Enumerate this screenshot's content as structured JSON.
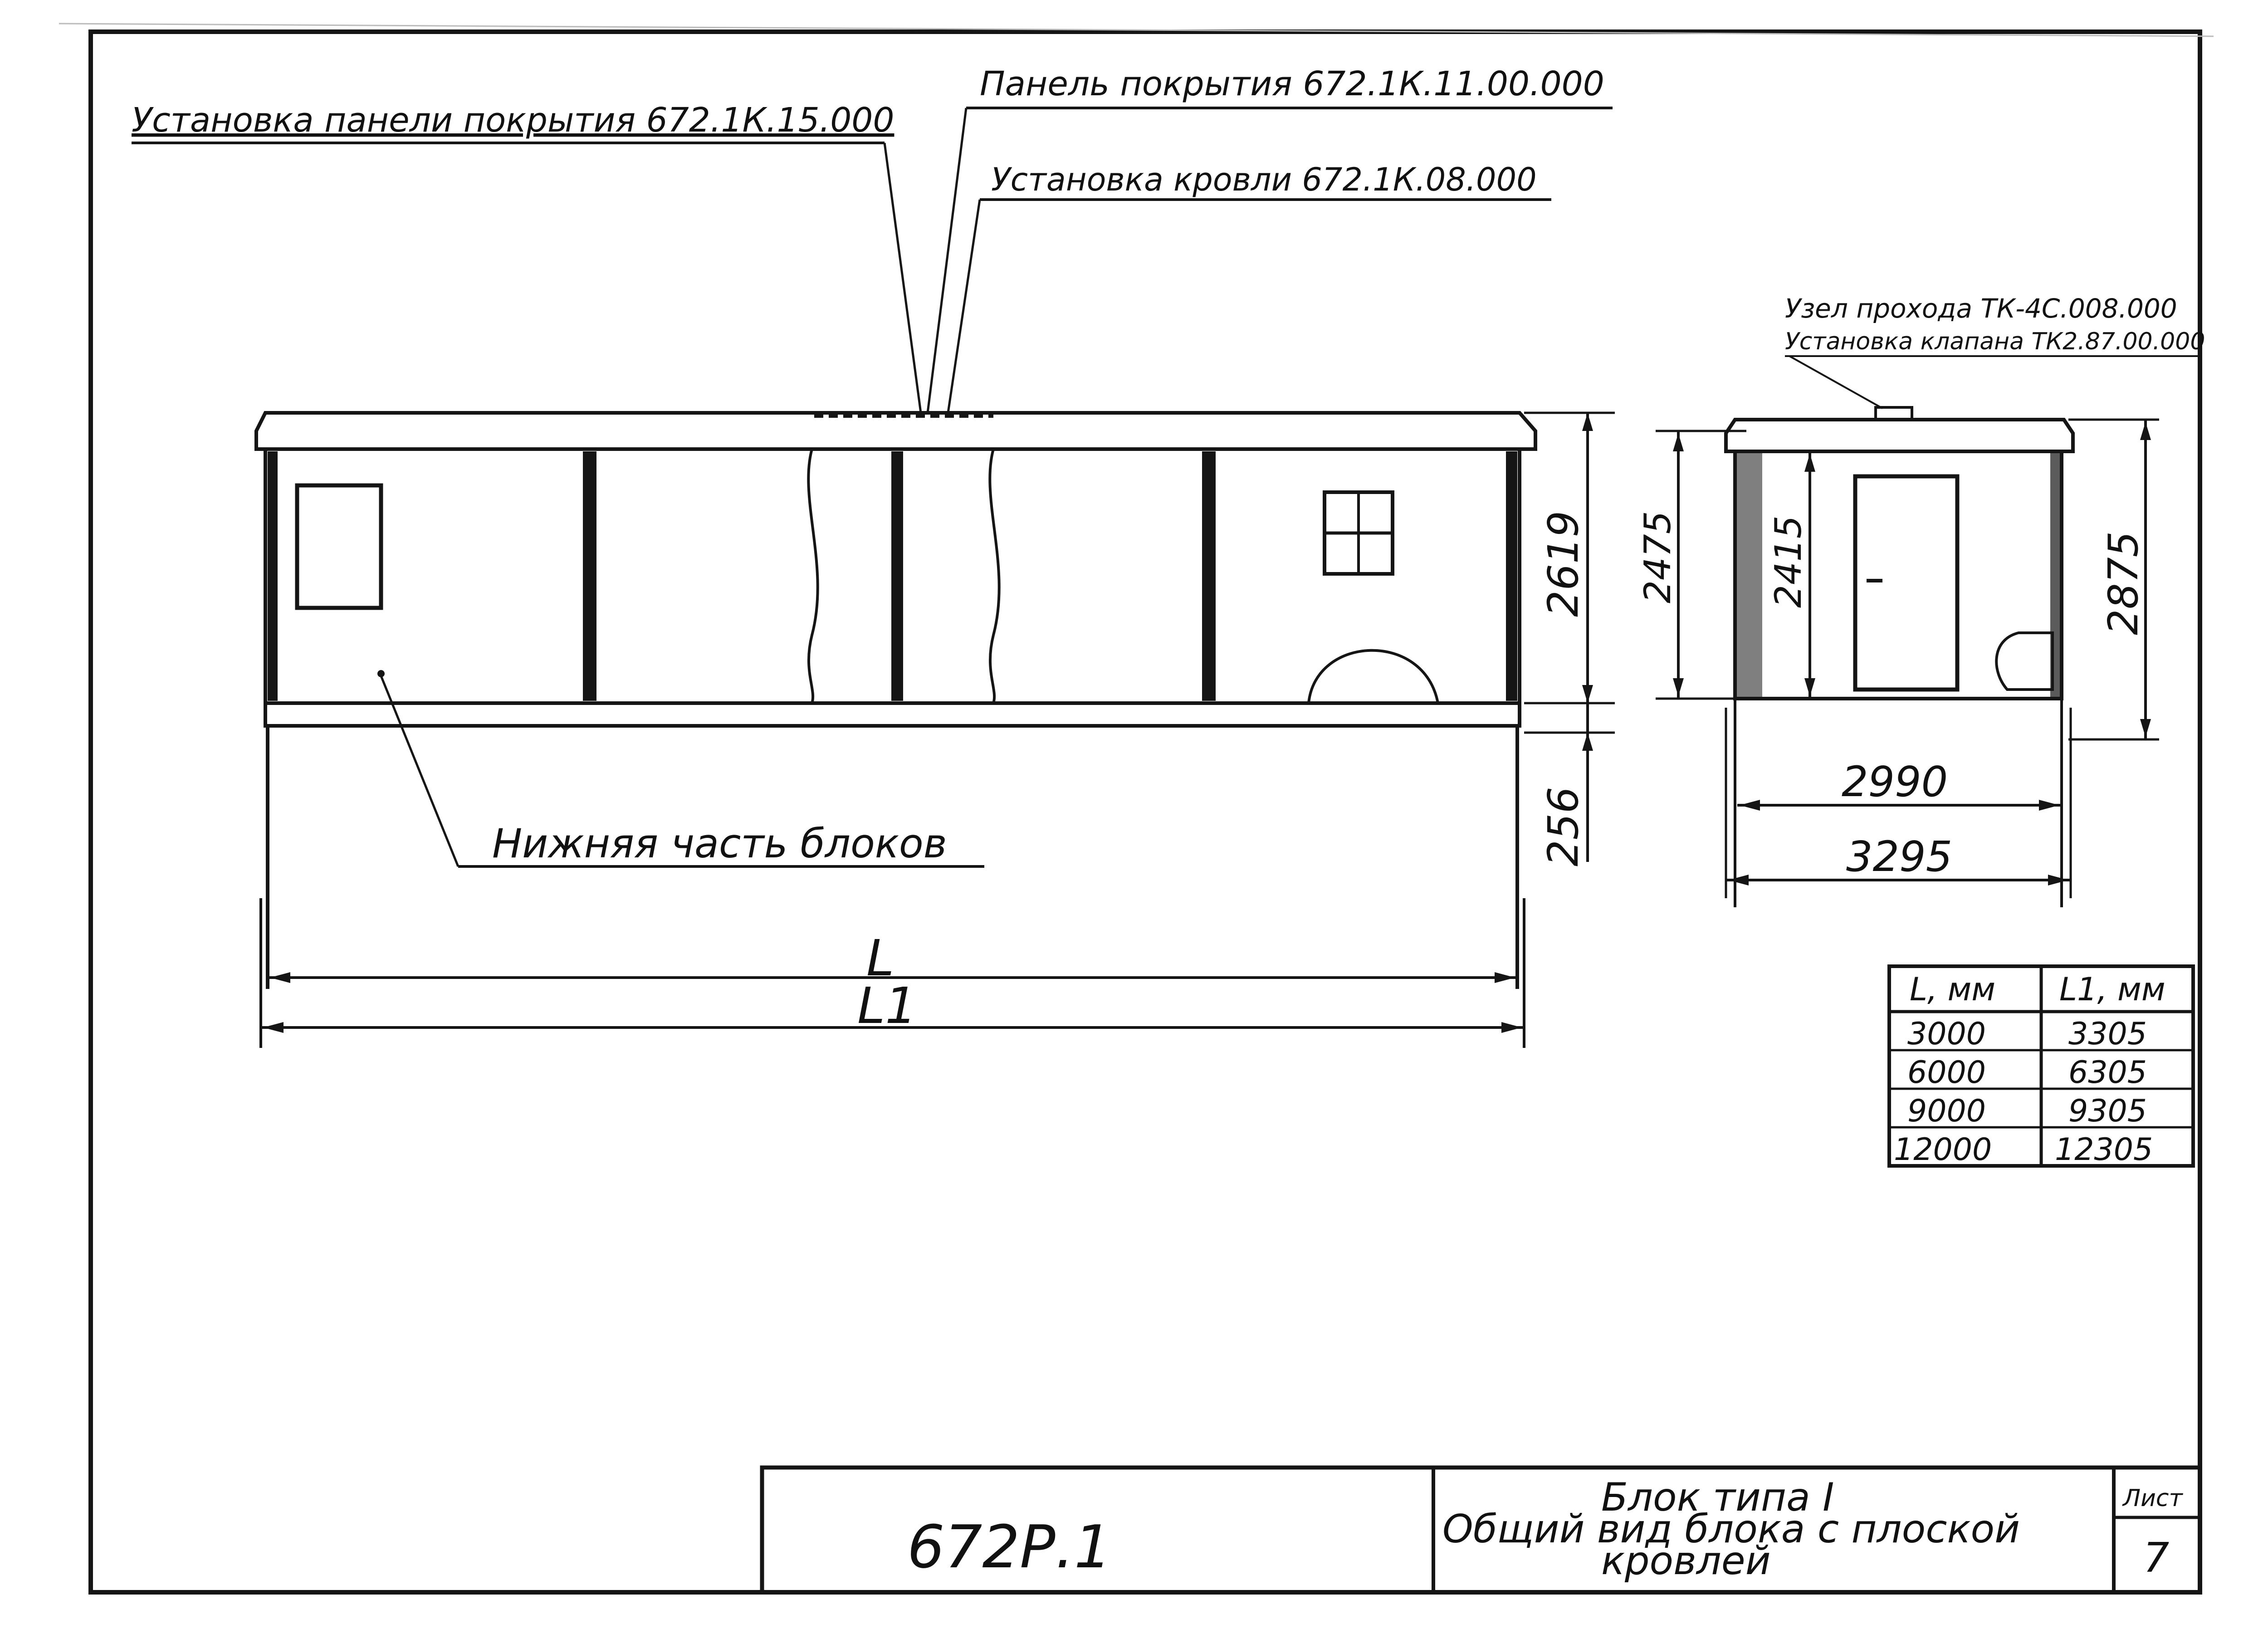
{
  "callouts": {
    "panel_install": "Установка панели покрытия 672.1К.15.000",
    "roof_panel": "Панель покрытия 672.1К.11.00.000",
    "roofing_install": "Установка кровли 672.1К.08.000",
    "lower_part": "Нижняя часть блоков",
    "node_pass": "Узел прохода ТК-4С.008.000",
    "valve_install": "Установка клапана ТК2.87.00.000"
  },
  "dimensions": {
    "front_height": "2619",
    "base_height": "256",
    "length_inner": "L",
    "length_outer": "L1",
    "side_left_outer": "2475",
    "side_left_inner": "2415",
    "side_height": "2875",
    "side_width_inner": "2990",
    "side_width_outer": "3295"
  },
  "table": {
    "headers": [
      "L, мм",
      "L1, мм"
    ],
    "rows": [
      [
        "3000",
        "3305"
      ],
      [
        "6000",
        "6305"
      ],
      [
        "9000",
        "9305"
      ],
      [
        "12000",
        "12305"
      ]
    ]
  },
  "title_block": {
    "code": "672Р.1",
    "title_line1": "Блок типа I",
    "title_line2": "Общий вид блока с плоской",
    "title_line3": "кровлей",
    "sheet_label": "Лист",
    "sheet_number": "7"
  }
}
